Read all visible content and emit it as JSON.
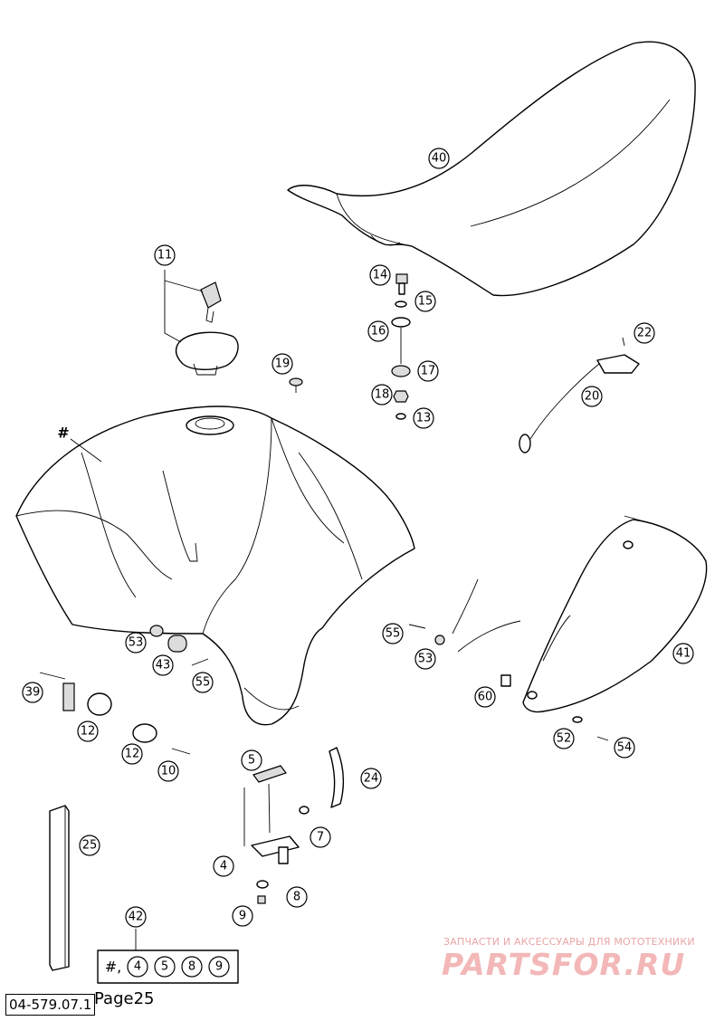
{
  "callouts": [
    {
      "id": "c40",
      "label": "40"
    },
    {
      "id": "c11",
      "label": "11"
    },
    {
      "id": "c14",
      "label": "14"
    },
    {
      "id": "c15",
      "label": "15"
    },
    {
      "id": "c16",
      "label": "16"
    },
    {
      "id": "c22",
      "label": "22"
    },
    {
      "id": "c19",
      "label": "19"
    },
    {
      "id": "c17",
      "label": "17"
    },
    {
      "id": "c18",
      "label": "18"
    },
    {
      "id": "c20",
      "label": "20"
    },
    {
      "id": "c13",
      "label": "13"
    },
    {
      "id": "c53a",
      "label": "53"
    },
    {
      "id": "c43",
      "label": "43"
    },
    {
      "id": "c55a",
      "label": "55"
    },
    {
      "id": "c55b",
      "label": "55"
    },
    {
      "id": "c53b",
      "label": "53"
    },
    {
      "id": "c41",
      "label": "41"
    },
    {
      "id": "c39",
      "label": "39"
    },
    {
      "id": "c12a",
      "label": "12"
    },
    {
      "id": "c60",
      "label": "60"
    },
    {
      "id": "c52",
      "label": "52"
    },
    {
      "id": "c54",
      "label": "54"
    },
    {
      "id": "c12b",
      "label": "12"
    },
    {
      "id": "c10",
      "label": "10"
    },
    {
      "id": "c5",
      "label": "5"
    },
    {
      "id": "c24",
      "label": "24"
    },
    {
      "id": "c7",
      "label": "7"
    },
    {
      "id": "c25",
      "label": "25"
    },
    {
      "id": "c4",
      "label": "4"
    },
    {
      "id": "c8",
      "label": "8"
    },
    {
      "id": "c9",
      "label": "9"
    },
    {
      "id": "c42",
      "label": "42"
    }
  ],
  "hash_label": "#",
  "kit": {
    "prefix": "#,",
    "items": [
      "4",
      "5",
      "8",
      "9"
    ]
  },
  "doc_id": "04-579.07.1",
  "page_label": "Page25",
  "watermark": {
    "line1": "ЗАПЧАСТИ И АКСЕССУАРЫ ДЛЯ МОТОТЕХНИКИ",
    "line2": "PARTSFOR.RU"
  }
}
